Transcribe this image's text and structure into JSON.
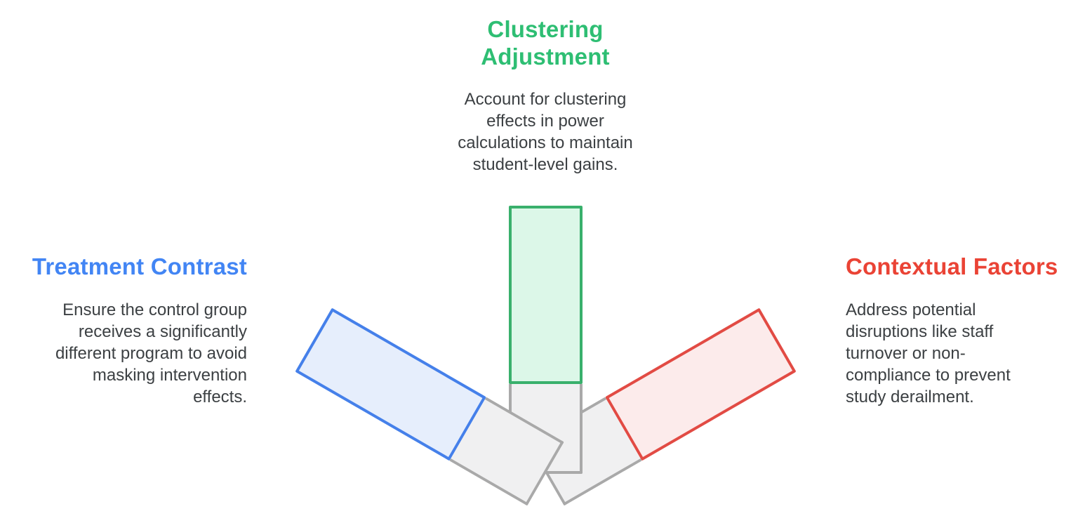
{
  "canvas": {
    "background": "#ffffff",
    "body_text_color": "#3c4043"
  },
  "sections": {
    "center": {
      "title_lines": [
        "Clustering",
        "Adjustment"
      ],
      "title_color": "#2ebe73",
      "desc_lines": [
        "Account for clustering",
        "effects in power",
        "calculations to maintain",
        "student-level gains."
      ]
    },
    "left": {
      "title": "Treatment Contrast",
      "title_color": "#4285f4",
      "desc_lines": [
        "Ensure the control group",
        "receives a significantly",
        "different program to avoid",
        "masking intervention",
        "effects."
      ]
    },
    "right": {
      "title": "Contextual Factors",
      "title_color": "#ea4335",
      "desc_lines": [
        "Address potential",
        "disruptions like staff",
        "turnover or non-",
        "compliance to prevent",
        "study derailment."
      ]
    }
  },
  "bars": {
    "left": {
      "name": "treatment-contrast-bar",
      "stroke": "#4580ea",
      "fill": "#e6eefc"
    },
    "center": {
      "name": "clustering-adjustment-bar",
      "stroke": "#39b06c",
      "fill": "#dcf7e8"
    },
    "right": {
      "name": "contextual-factors-bar",
      "stroke": "#e24b44",
      "fill": "#fcebeb"
    },
    "base": {
      "stroke": "#a9a9a9",
      "fill": "#f0f0f1"
    }
  }
}
